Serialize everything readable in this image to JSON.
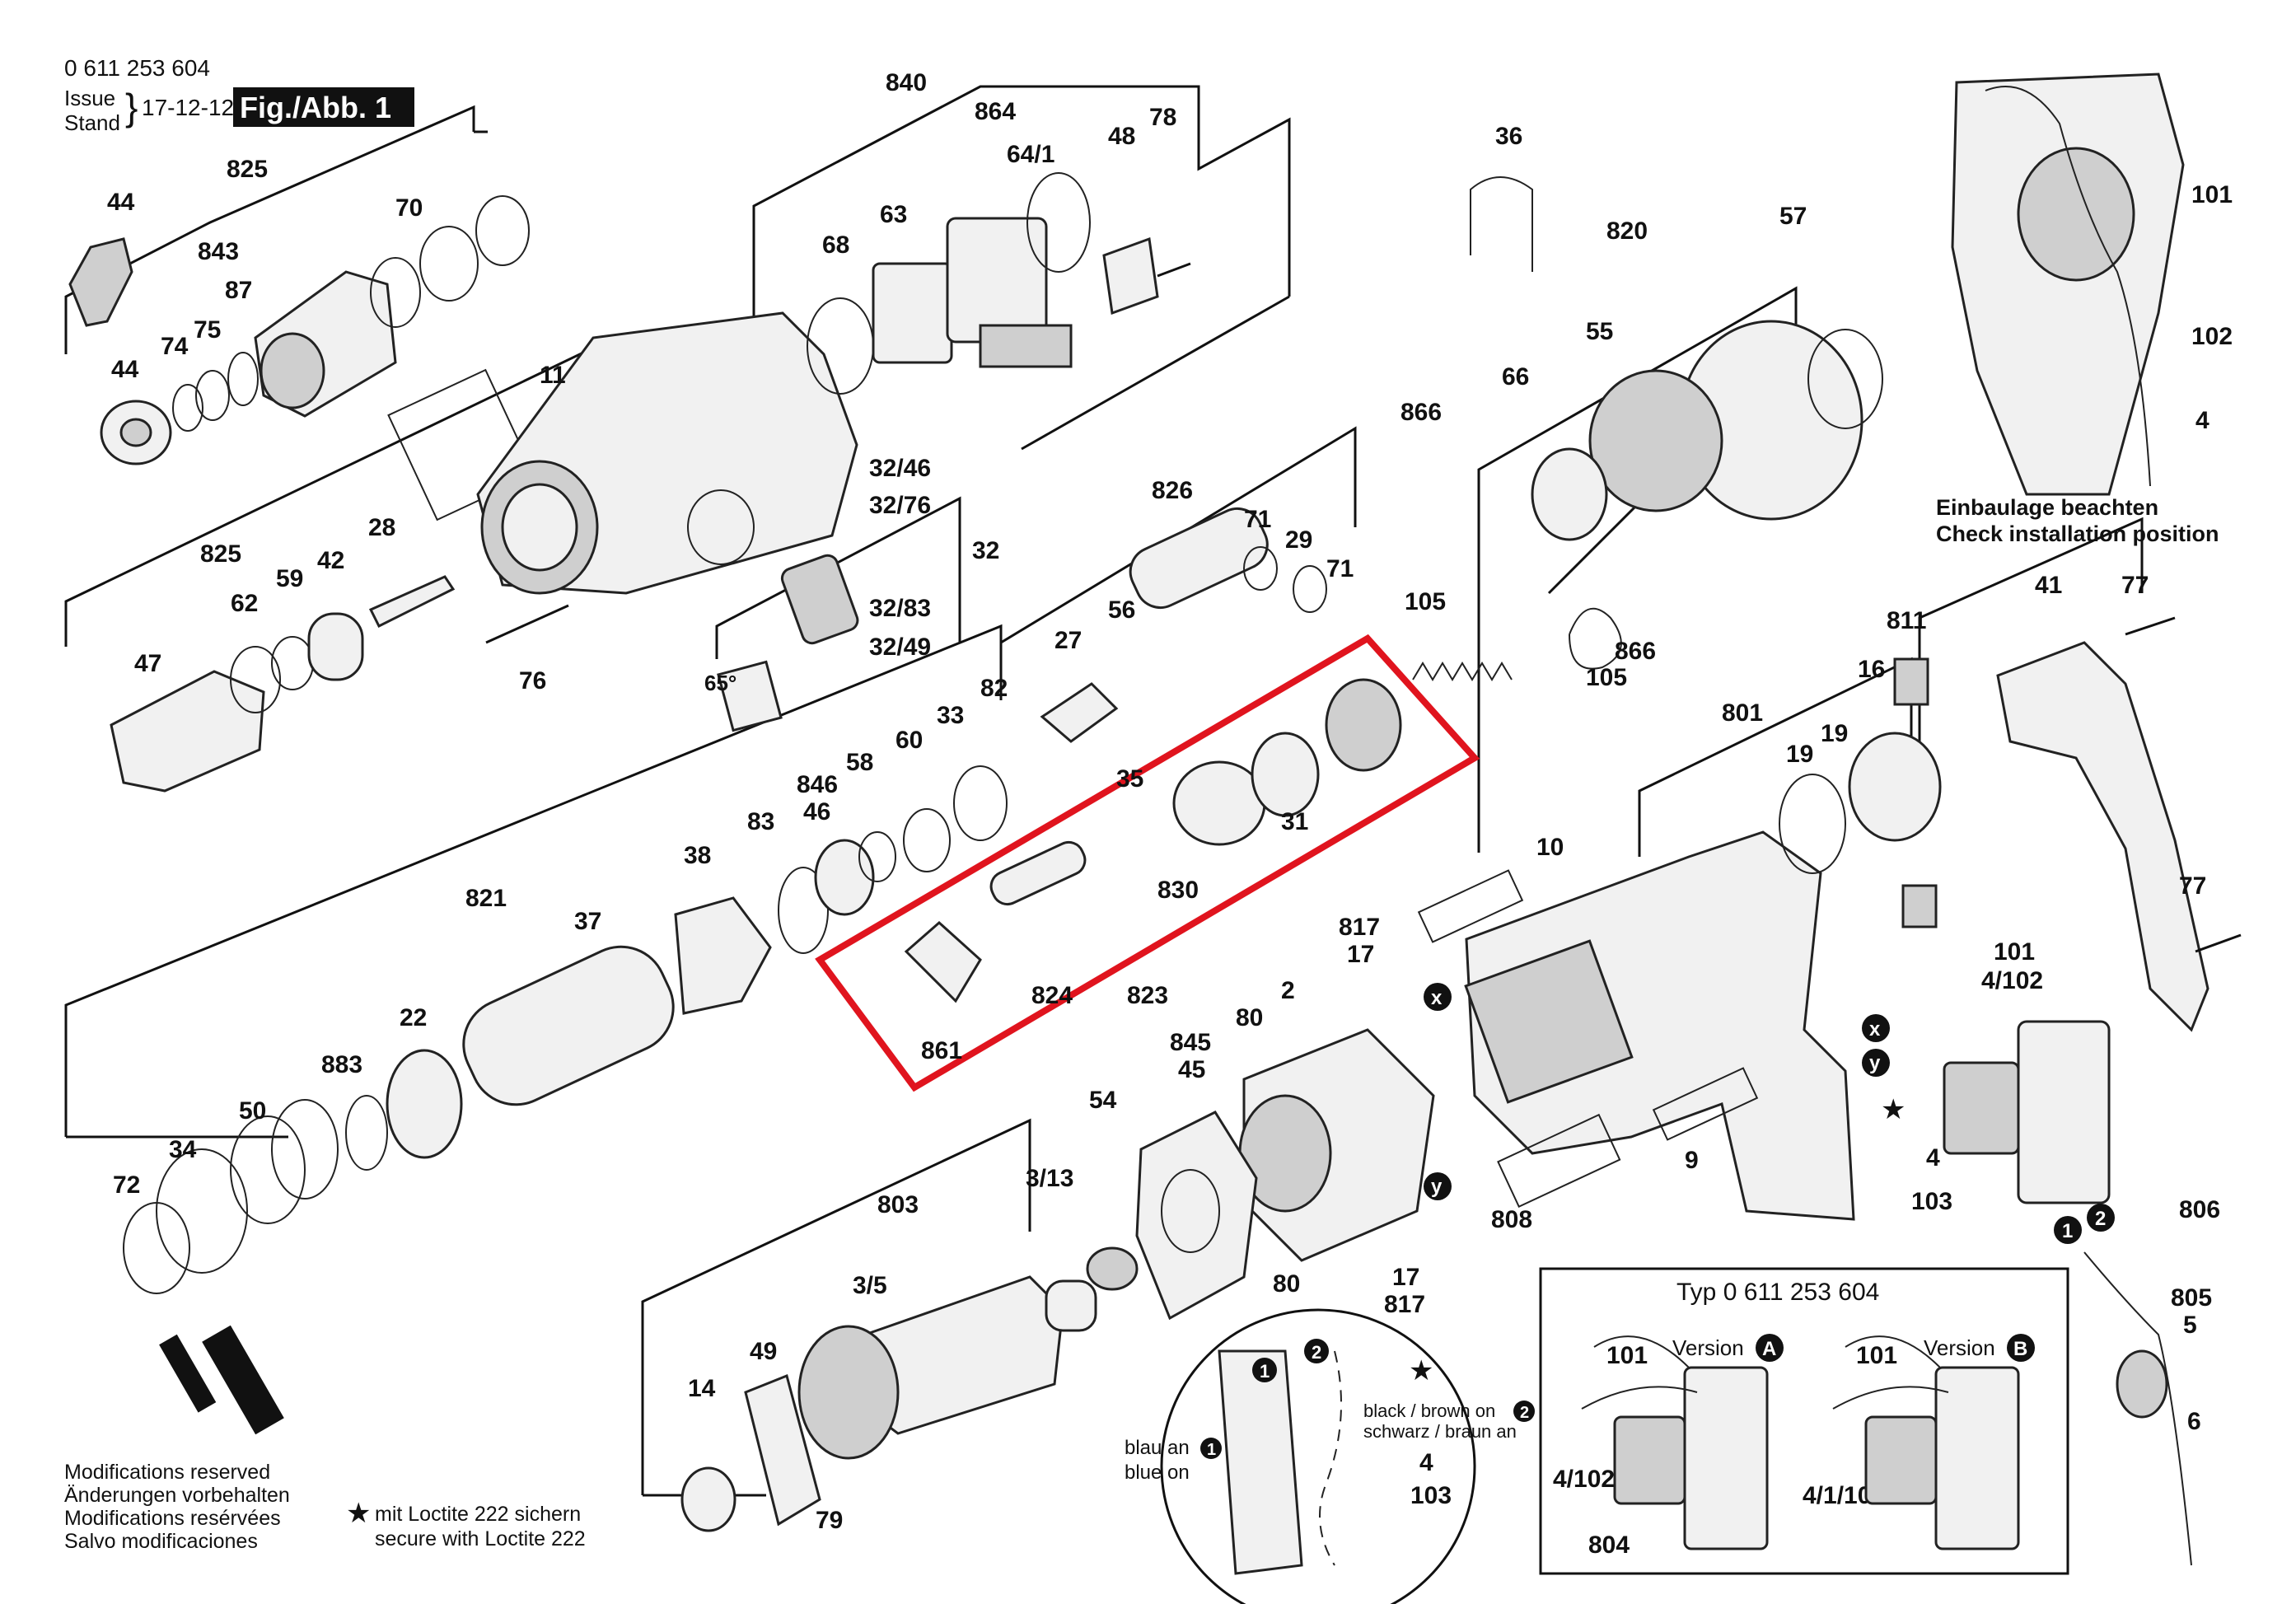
{
  "header": {
    "doc_number": "0 611 253 604",
    "issue_label": "Issue",
    "stand_label": "Stand",
    "issue_date": "17-12-12",
    "figure_label": "Fig./Abb. 1"
  },
  "callouts": [
    "825",
    "843",
    "87",
    "74",
    "75",
    "44",
    "44",
    "70",
    "11",
    "825",
    "62",
    "59",
    "42",
    "28",
    "47",
    "76",
    "840",
    "864",
    "64/1",
    "48",
    "78",
    "68",
    "63",
    "32/46",
    "32/76",
    "32",
    "32/83",
    "32/49",
    "65°",
    "826",
    "71",
    "29",
    "71",
    "27",
    "56",
    "36",
    "820",
    "57",
    "55",
    "66",
    "866",
    "105",
    "105",
    "866",
    "101",
    "102",
    "4",
    "821",
    "37",
    "38",
    "83",
    "846",
    "46",
    "58",
    "60",
    "33",
    "82",
    "35",
    "31",
    "830",
    "824",
    "823",
    "861",
    "883",
    "22",
    "50",
    "34",
    "72",
    "811",
    "16",
    "801",
    "19",
    "19",
    "41",
    "77",
    "77",
    "101",
    "4/102",
    "4",
    "103",
    "10",
    "817",
    "17",
    "80",
    "2",
    "845",
    "45",
    "54",
    "803",
    "3/13",
    "3/5",
    "80",
    "17",
    "817",
    "808",
    "9",
    "49",
    "14",
    "79",
    "4",
    "103",
    "806",
    "805",
    "5",
    "6",
    "101",
    "101",
    "4/102",
    "4/1/102",
    "804"
  ],
  "notes": {
    "install_de": "Einbaulage beachten",
    "install_en": "Check installation position",
    "mods": [
      "Modifications reserved",
      "Änderungen vorbehalten",
      "Modifications resérvées",
      "Salvo modificaciones"
    ],
    "loctite_de": "mit Loctite 222 sichern",
    "loctite_en": "secure with Loctite 222",
    "blau_de": "blau an",
    "blau_en": "blue on",
    "black_en": "black / brown on",
    "black_de": "schwarz / braun an"
  },
  "inset": {
    "title": "Typ 0 611 253 604",
    "version_label": "Version",
    "version_a": "A",
    "version_b": "B"
  },
  "markers": {
    "x": "x",
    "y": "y",
    "one": "1",
    "two": "2"
  },
  "colors": {
    "highlight": "#e0141e",
    "ink": "#111111"
  }
}
